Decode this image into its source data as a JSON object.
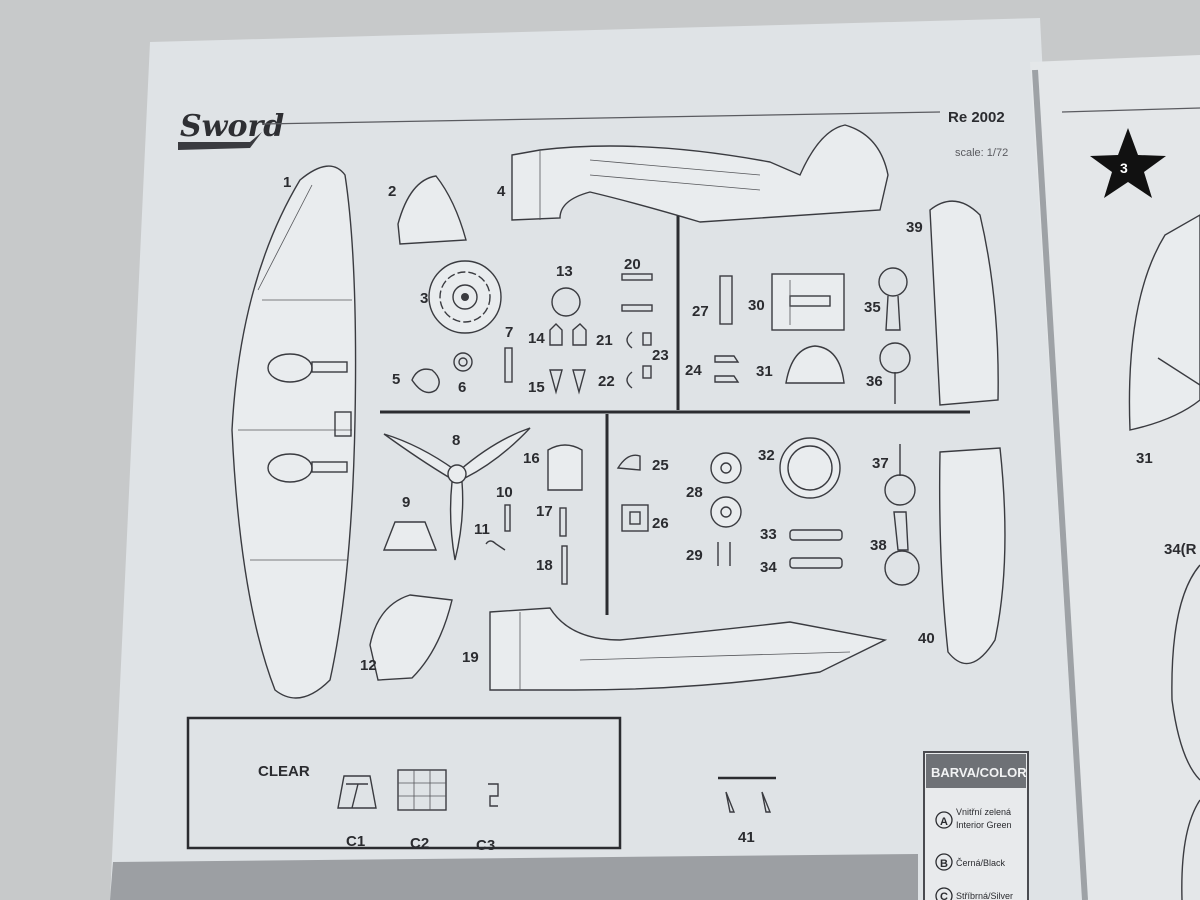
{
  "header": {
    "brand": "Sword",
    "model": "Re 2002",
    "scale": "scale: 1/72"
  },
  "step": {
    "number": "3"
  },
  "parts": {
    "p1": "1",
    "p2": "2",
    "p3": "3",
    "p4": "4",
    "p5": "5",
    "p6": "6",
    "p7": "7",
    "p8": "8",
    "p9": "9",
    "p10": "10",
    "p11": "11",
    "p12": "12",
    "p13": "13",
    "p14": "14",
    "p15": "15",
    "p16": "16",
    "p17": "17",
    "p18": "18",
    "p19": "19",
    "p20": "20",
    "p21": "21",
    "p22": "22",
    "p23": "23",
    "p24": "24",
    "p25": "25",
    "p26": "26",
    "p27": "27",
    "p28": "28",
    "p29": "29",
    "p30": "30",
    "p31": "31",
    "p32": "32",
    "p33": "33",
    "p34": "34",
    "p35": "35",
    "p36": "36",
    "p37": "37",
    "p38": "38",
    "p39": "39",
    "p40": "40",
    "p41": "41"
  },
  "clear": {
    "title": "CLEAR",
    "c1": "C1",
    "c2": "C2",
    "c3": "C3"
  },
  "right_page": {
    "label_31": "31",
    "label_34": "34(R"
  },
  "color_legend": {
    "title": "BARVA/COLOR",
    "items": [
      {
        "letter": "A",
        "cz": "Vnitřní zelená",
        "en": "Interior Green"
      },
      {
        "letter": "B",
        "text": "Černá/Black"
      },
      {
        "letter": "C",
        "text": "Stříbrná/Silver"
      }
    ]
  }
}
